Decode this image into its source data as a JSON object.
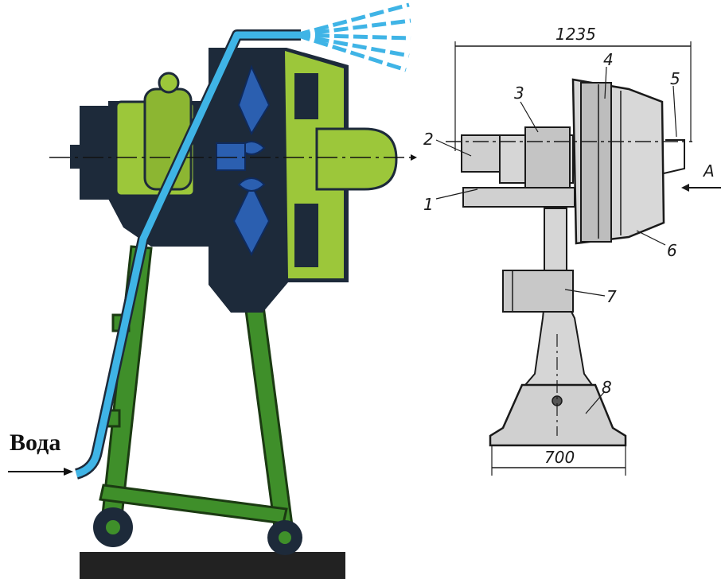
{
  "left_figure": {
    "inlet_label": "Вода"
  },
  "right_figure": {
    "dimension_top": "1235",
    "dimension_bottom": "700",
    "view_label": "A",
    "callouts": [
      "1",
      "2",
      "3",
      "4",
      "5",
      "6",
      "7",
      "8"
    ]
  },
  "colors": {
    "body_dark": "#1d2a3a",
    "panel_green": "#9cc73a",
    "frame_green": "#3f8f2a",
    "water_blue": "#3fb4e6",
    "blade_blue": "#2b5fb0",
    "ground": "#222222"
  }
}
